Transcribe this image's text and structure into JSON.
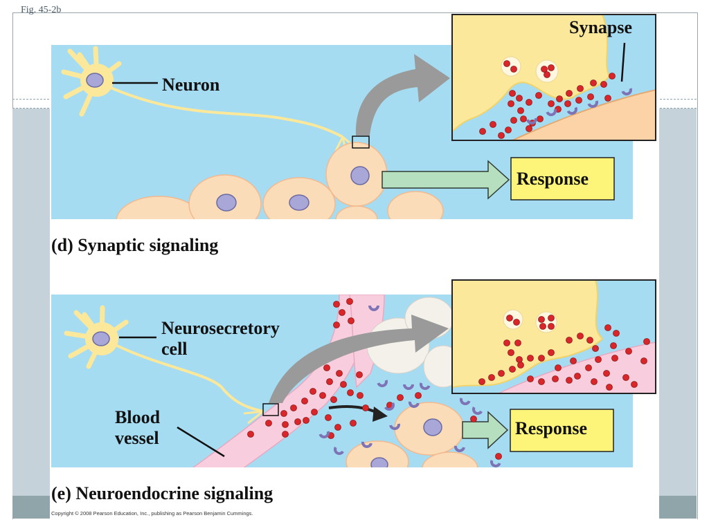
{
  "figure_label": "Fig. 45-2b",
  "panel_d": {
    "labels": {
      "neuron": "Neuron",
      "synapse": "Synapse",
      "response": "Response"
    },
    "caption": "(d) Synaptic signaling"
  },
  "panel_e": {
    "labels": {
      "neurosecretory_line1": "Neurosecretory",
      "neurosecretory_line2": "cell",
      "blood_line1": "Blood",
      "blood_line2": "vessel",
      "response": "Response"
    },
    "caption": "(e) Neuroendocrine signaling"
  },
  "copyright": "Copyright © 2008 Pearson Education, Inc., publishing as Pearson Benjamin Cummings.",
  "colors": {
    "fluid": "#a6dcf2",
    "neuron": "#fbe89a",
    "cell": "#fbdcb8",
    "nucleus": "#a9a6d8",
    "response_box": "#fdf57a",
    "arrow_gray": "#9a9a9a",
    "arrow_green": "#b6dfc0",
    "vessel": "#f8cede",
    "molecule": "#d9262b",
    "receptor": "#7e73b5"
  },
  "icons": [
    "neuron-icon",
    "target-cell-icon",
    "nucleus-icon",
    "signal-molecule-icon",
    "receptor-icon",
    "blood-vessel-icon",
    "curved-arrow-icon",
    "response-arrow-icon"
  ]
}
